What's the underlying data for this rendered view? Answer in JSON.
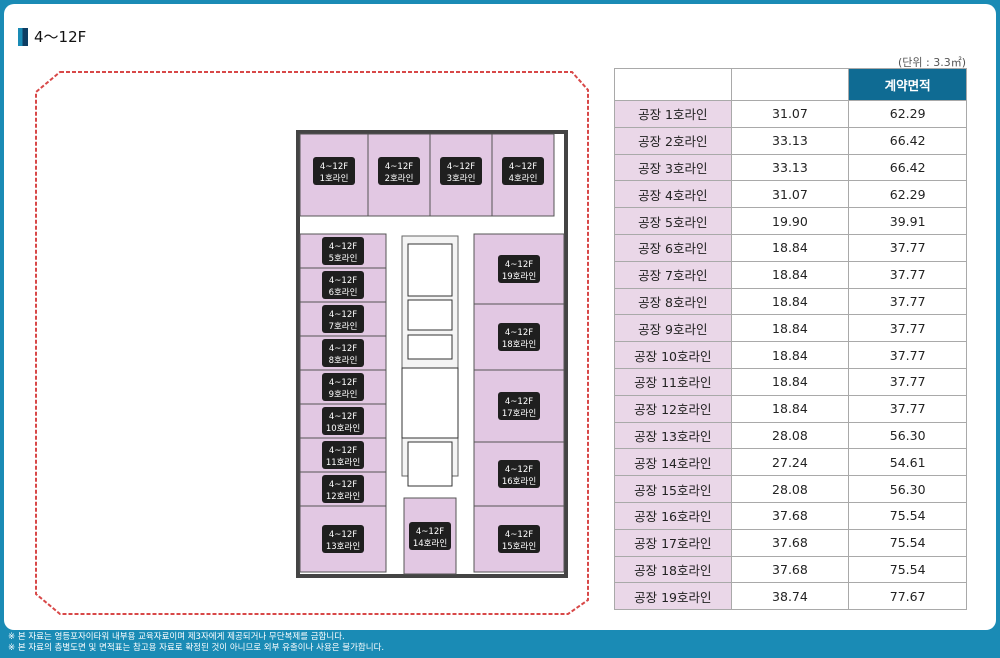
{
  "heading": "4～12F",
  "unit_note": "(단위 : 3.3㎡)",
  "table": {
    "headers": [
      "",
      "",
      "계약면적"
    ],
    "rows": [
      {
        "name": "공장 1호라인",
        "a": "31.07",
        "b": "62.29"
      },
      {
        "name": "공장 2호라인",
        "a": "33.13",
        "b": "66.42"
      },
      {
        "name": "공장 3호라인",
        "a": "33.13",
        "b": "66.42"
      },
      {
        "name": "공장 4호라인",
        "a": "31.07",
        "b": "62.29"
      },
      {
        "name": "공장 5호라인",
        "a": "19.90",
        "b": "39.91"
      },
      {
        "name": "공장 6호라인",
        "a": "18.84",
        "b": "37.77"
      },
      {
        "name": "공장 7호라인",
        "a": "18.84",
        "b": "37.77"
      },
      {
        "name": "공장 8호라인",
        "a": "18.84",
        "b": "37.77"
      },
      {
        "name": "공장 9호라인",
        "a": "18.84",
        "b": "37.77"
      },
      {
        "name": "공장 10호라인",
        "a": "18.84",
        "b": "37.77"
      },
      {
        "name": "공장 11호라인",
        "a": "18.84",
        "b": "37.77"
      },
      {
        "name": "공장 12호라인",
        "a": "18.84",
        "b": "37.77"
      },
      {
        "name": "공장 13호라인",
        "a": "28.08",
        "b": "56.30"
      },
      {
        "name": "공장 14호라인",
        "a": "27.24",
        "b": "54.61"
      },
      {
        "name": "공장 15호라인",
        "a": "28.08",
        "b": "56.30"
      },
      {
        "name": "공장 16호라인",
        "a": "37.68",
        "b": "75.54"
      },
      {
        "name": "공장 17호라인",
        "a": "37.68",
        "b": "75.54"
      },
      {
        "name": "공장 18호라인",
        "a": "37.68",
        "b": "75.54"
      },
      {
        "name": "공장 19호라인",
        "a": "38.74",
        "b": "77.67"
      }
    ]
  },
  "floor_label": "4~12F",
  "units": [
    "1호라인",
    "2호라인",
    "3호라인",
    "4호라인",
    "5호라인",
    "6호라인",
    "7호라인",
    "8호라인",
    "9호라인",
    "10호라인",
    "11호라인",
    "12호라인",
    "13호라인",
    "14호라인",
    "15호라인",
    "16호라인",
    "17호라인",
    "18호라인",
    "19호라인"
  ],
  "footer": [
    "※ 본 자료는 영등포자이타워 내부용 교육자료이며 제3자에게 제공되거나 무단복제를 금합니다.",
    "※ 본 자료의 층별도면 및 면적표는 참고용 자료로 확정된 것이 아니므로 외부 유출이나 사용은 불가합니다."
  ],
  "colors": {
    "frame": "#1a8bb5",
    "unit_fill": "#e2c8e3",
    "label_bg": "#1f1f1f",
    "header_hl": "#0f6b93",
    "site_line": "#d84848"
  }
}
